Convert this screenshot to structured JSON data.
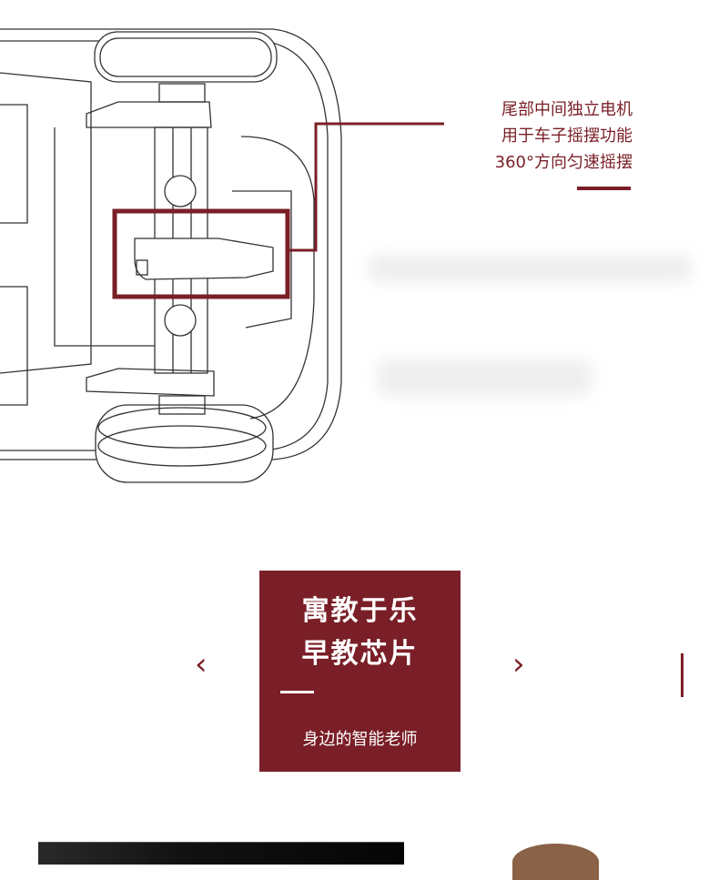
{
  "feature": {
    "lines": [
      "尾部中间独立电机",
      "用于车子摇摆功能",
      "360°方向匀速摇摆"
    ]
  },
  "card": {
    "title_line1": "寓教于乐",
    "title_line2": "早教芯片",
    "subtitle": "身边的智能老师"
  },
  "nav": {
    "prev": "‹",
    "next": "›"
  },
  "colors": {
    "accent": "#7a1f27"
  }
}
